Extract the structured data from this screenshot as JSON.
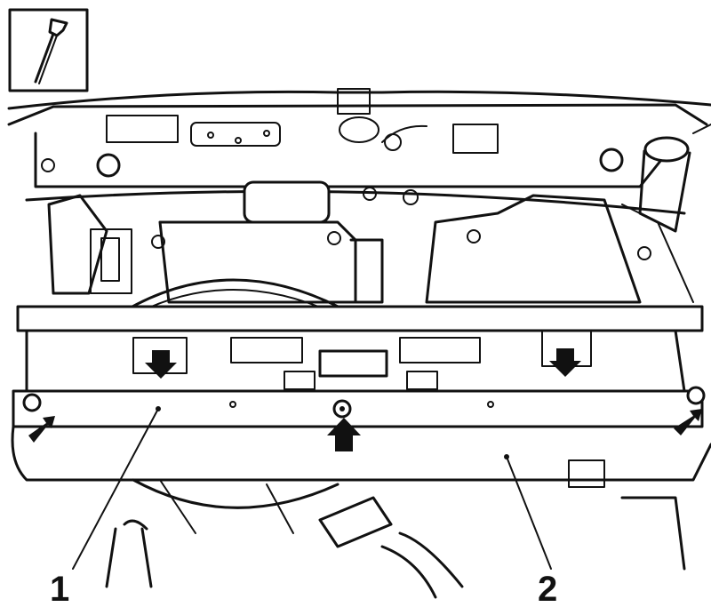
{
  "diagram": {
    "callouts": [
      {
        "id": "1",
        "label": "1"
      },
      {
        "id": "2",
        "label": "2"
      }
    ],
    "tool_icon": "rivet-icon"
  }
}
